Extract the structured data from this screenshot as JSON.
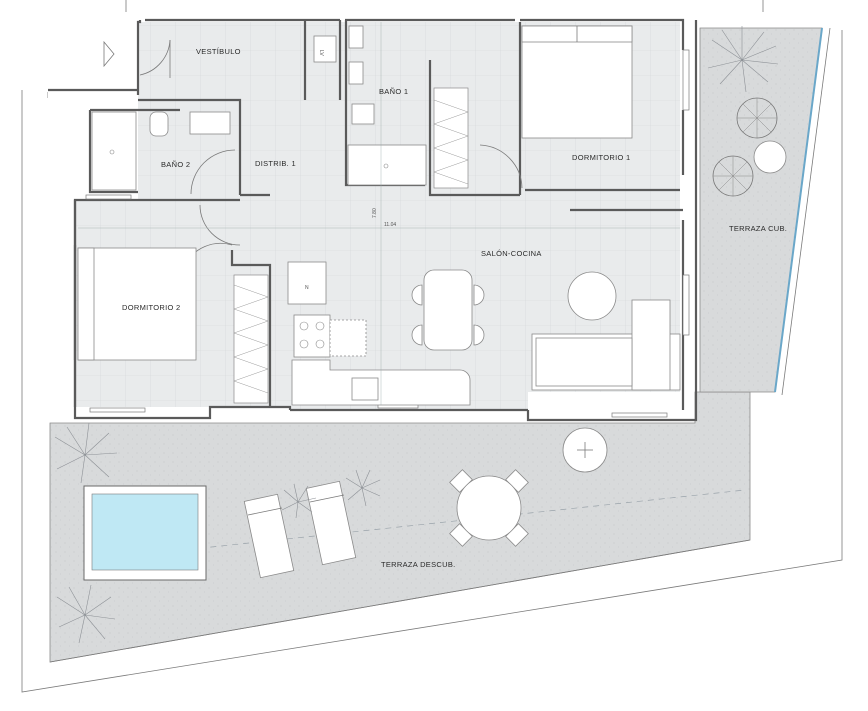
{
  "rooms": {
    "vestibulo": "VESTÍBULO",
    "bano1": "BAÑO 1",
    "bano2": "BAÑO 2",
    "distrib1": "DISTRIB. 1",
    "dormitorio1": "DORMITORIO 1",
    "dormitorio2": "DORMITORIO 2",
    "salon_cocina": "SALÓN-COCINA",
    "terraza_cub": "TERRAZA CUB.",
    "terraza_descub": "TERRAZA DESCUB."
  },
  "dimensions": {
    "width": "11.04",
    "height": "7.80"
  },
  "fixture_labels": {
    "lv": "LV",
    "n": "N"
  },
  "colors": {
    "wall": "#5a5a5a",
    "interior_floor": "#e9ebec",
    "terrace_floor": "#d9dbdc",
    "pool_water": "#bfe8f4",
    "line": "#8a8a8a"
  }
}
